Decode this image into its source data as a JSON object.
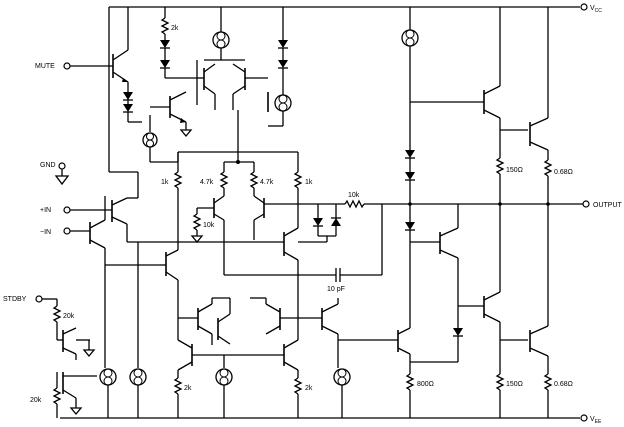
{
  "pins": {
    "vcc": "V",
    "vcc_sub": "CC",
    "vee": "V",
    "vee_sub": "EE",
    "mute": "MUTE",
    "gnd": "GND",
    "in_plus": "+IN",
    "in_minus": "−IN",
    "stdby": "STDBY",
    "output": "OUTPUT"
  },
  "components": {
    "r_top": "2k",
    "r_load_left": "1k",
    "r_load_mid_left": "4.7k",
    "r_load_mid_right": "4.7k",
    "r_load_right": "1k",
    "r_10k_small": "10k",
    "r_feedback": "10k",
    "c_comp": "10 pF",
    "r_stdby_top": "20k",
    "r_stdby_bottom": "20k",
    "r_bottom_left": "2k",
    "r_bottom_right": "2k",
    "r_800": "800Ω",
    "r_150_top": "150Ω",
    "r_068_top": "0.68Ω",
    "r_150_bottom": "150Ω",
    "r_068_bottom": "0.68Ω"
  }
}
